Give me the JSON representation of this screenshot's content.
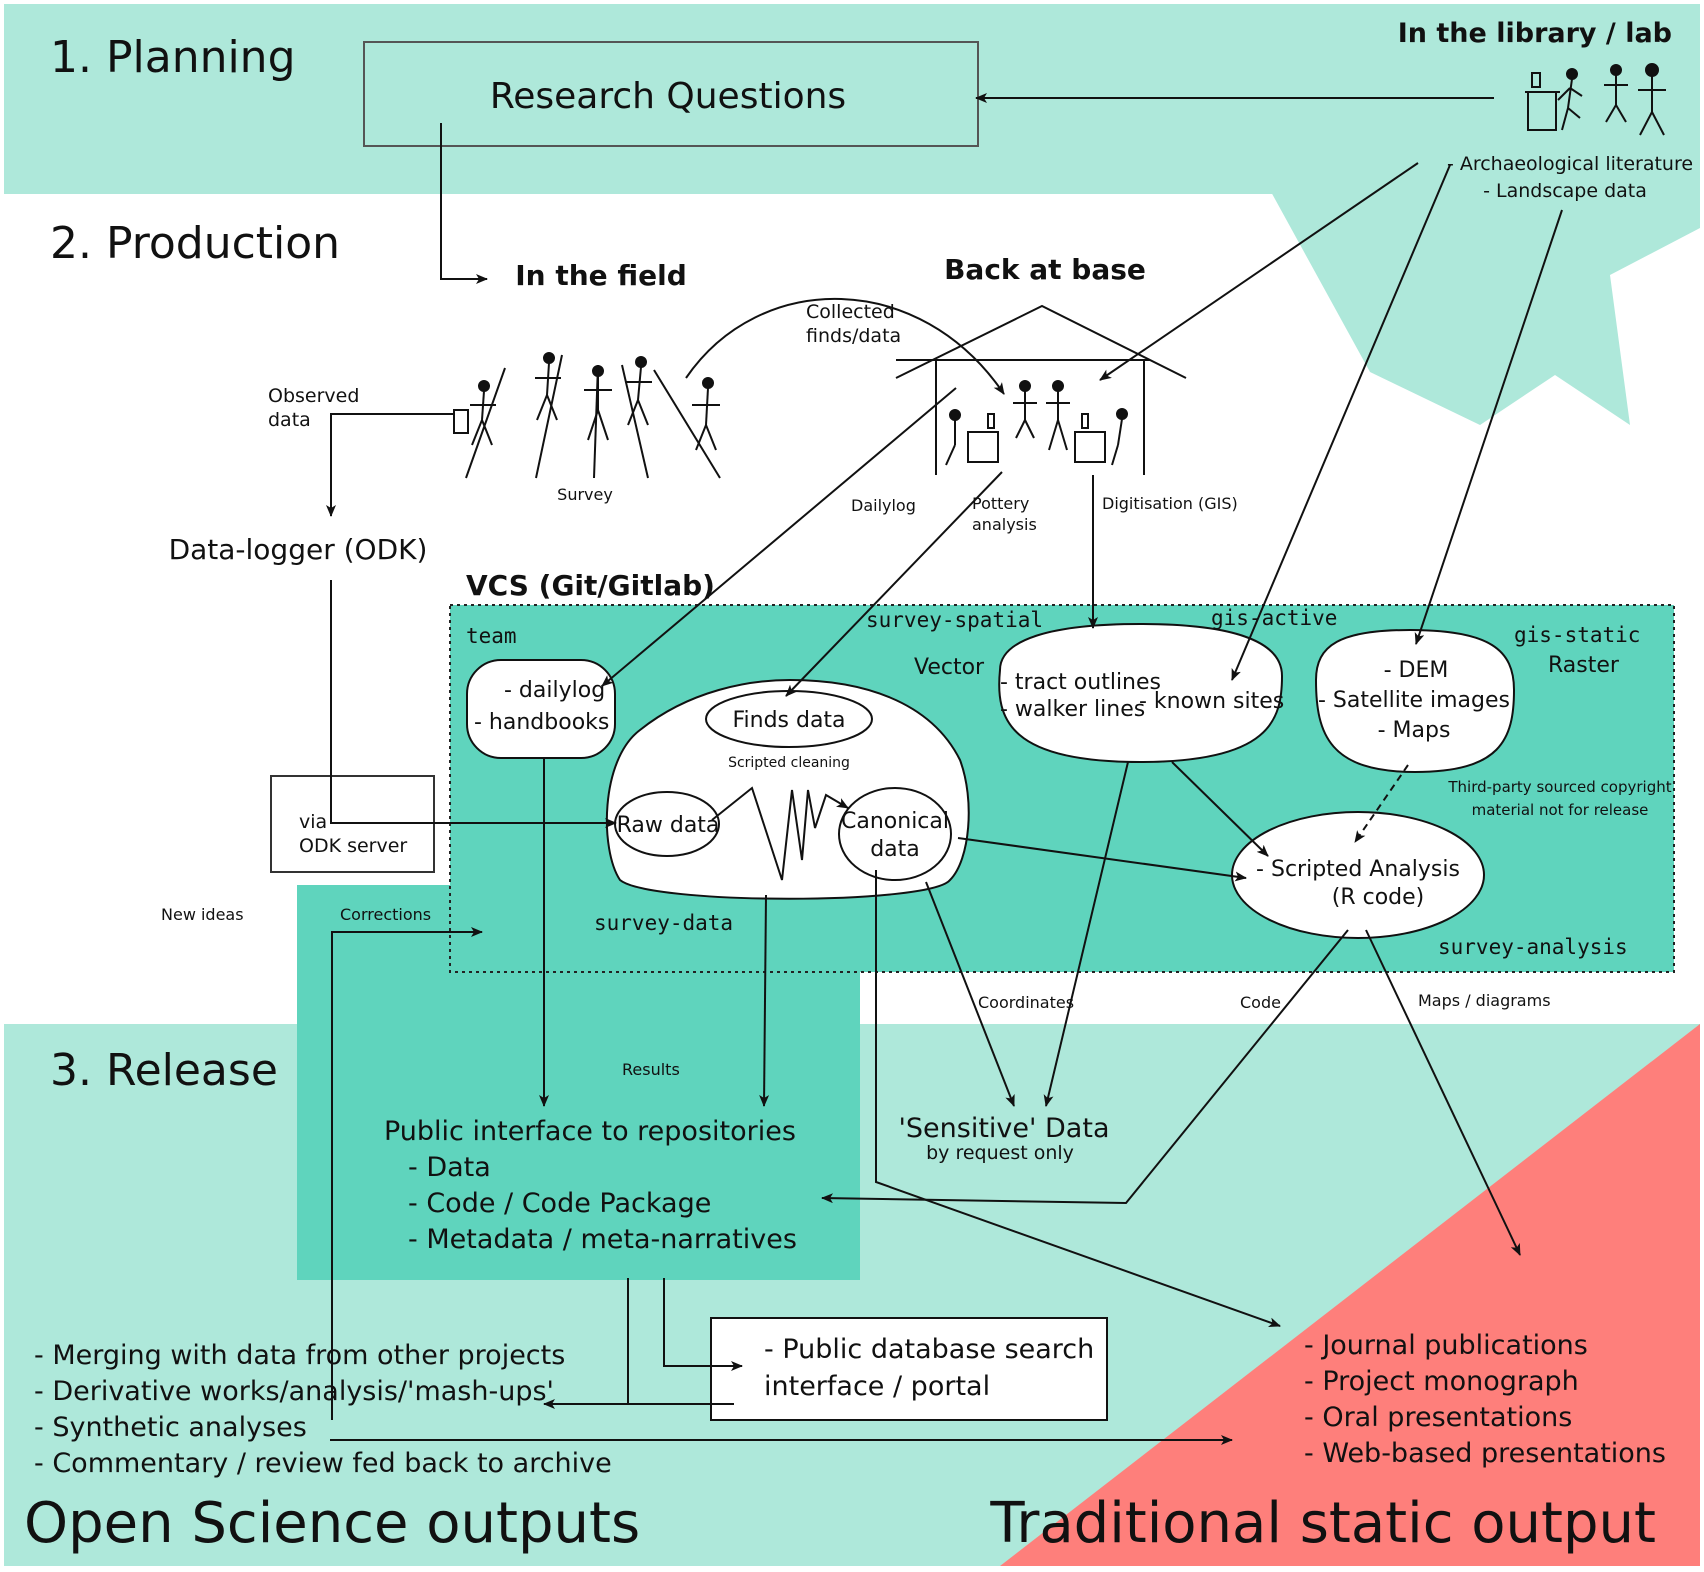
{
  "colors": {
    "light_teal": "#aee8da",
    "vcs_teal": "#5fd4bd",
    "release_teal": "#5fd4bd",
    "traditional_red": "#fe7f7b",
    "line": "#111111"
  },
  "sections": {
    "planning": "1. Planning",
    "production": "2. Production",
    "release": "3. Release"
  },
  "library": {
    "title": "In the library / lab",
    "items": [
      "- Archaeological literature",
      "- Landscape data"
    ]
  },
  "research_questions": "Research Questions",
  "field": {
    "title": "In the field",
    "observed_line1": "Observed",
    "observed_line2": "data",
    "survey": "Survey",
    "collected_line1": "Collected",
    "collected_line2": "finds/data"
  },
  "base": {
    "title": "Back at base",
    "dailylog": "Dailylog",
    "pottery_line1": "Pottery",
    "pottery_line2": "analysis",
    "digitisation": "Digitisation (GIS)"
  },
  "datalogger": "Data-logger (ODK)",
  "odk_server": {
    "line1": "via",
    "line2": "ODK server"
  },
  "vcs": {
    "title": "VCS (Git/Gitlab)",
    "repos": {
      "team": "team",
      "survey_spatial": "survey-spatial",
      "gis_active": "gis-active",
      "gis_static": "gis-static",
      "survey_data": "survey-data",
      "survey_analysis": "survey-analysis"
    },
    "team_items": [
      "- dailylog",
      "- handbooks"
    ],
    "finds_data": "Finds data",
    "scripted_cleaning": "Scripted cleaning",
    "raw_data": "Raw data",
    "canonical_line1": "Canonical",
    "canonical_line2": "data",
    "vector": "Vector",
    "tract_outlines": "- tract outlines",
    "walker_lines": "- walker lines",
    "known_sites": "- known sites",
    "raster": "Raster",
    "dem": "- DEM",
    "satellite": "- Satellite images",
    "maps": "- Maps",
    "third_party_line1": "Third-party sourced copyright",
    "third_party_line2": "material not for release",
    "analysis_line1": "- Scripted Analysis",
    "analysis_line2": "(R code)"
  },
  "flow_labels": {
    "new_ideas": "New ideas",
    "corrections": "Corrections",
    "coordinates": "Coordinates",
    "code": "Code",
    "maps_diagrams": "Maps / diagrams",
    "results": "Results"
  },
  "sensitive": {
    "title": "'Sensitive' Data",
    "subtitle": "by request only"
  },
  "public_interface": {
    "title": "Public interface to repositories",
    "items": [
      "- Data",
      "- Code / Code Package",
      "- Metadata / meta-narratives"
    ]
  },
  "portal": {
    "line1": "- Public database search",
    "line2": "interface / portal"
  },
  "open_science": {
    "items": [
      "- Merging with data from other projects",
      "- Derivative works/analysis/'mash-ups'",
      "- Synthetic analyses",
      "- Commentary / review fed back to archive"
    ],
    "title": "Open Science outputs"
  },
  "traditional": {
    "items": [
      "- Journal publications",
      "- Project monograph",
      "- Oral presentations",
      "- Web-based presentations"
    ],
    "title": "Traditional static output"
  }
}
